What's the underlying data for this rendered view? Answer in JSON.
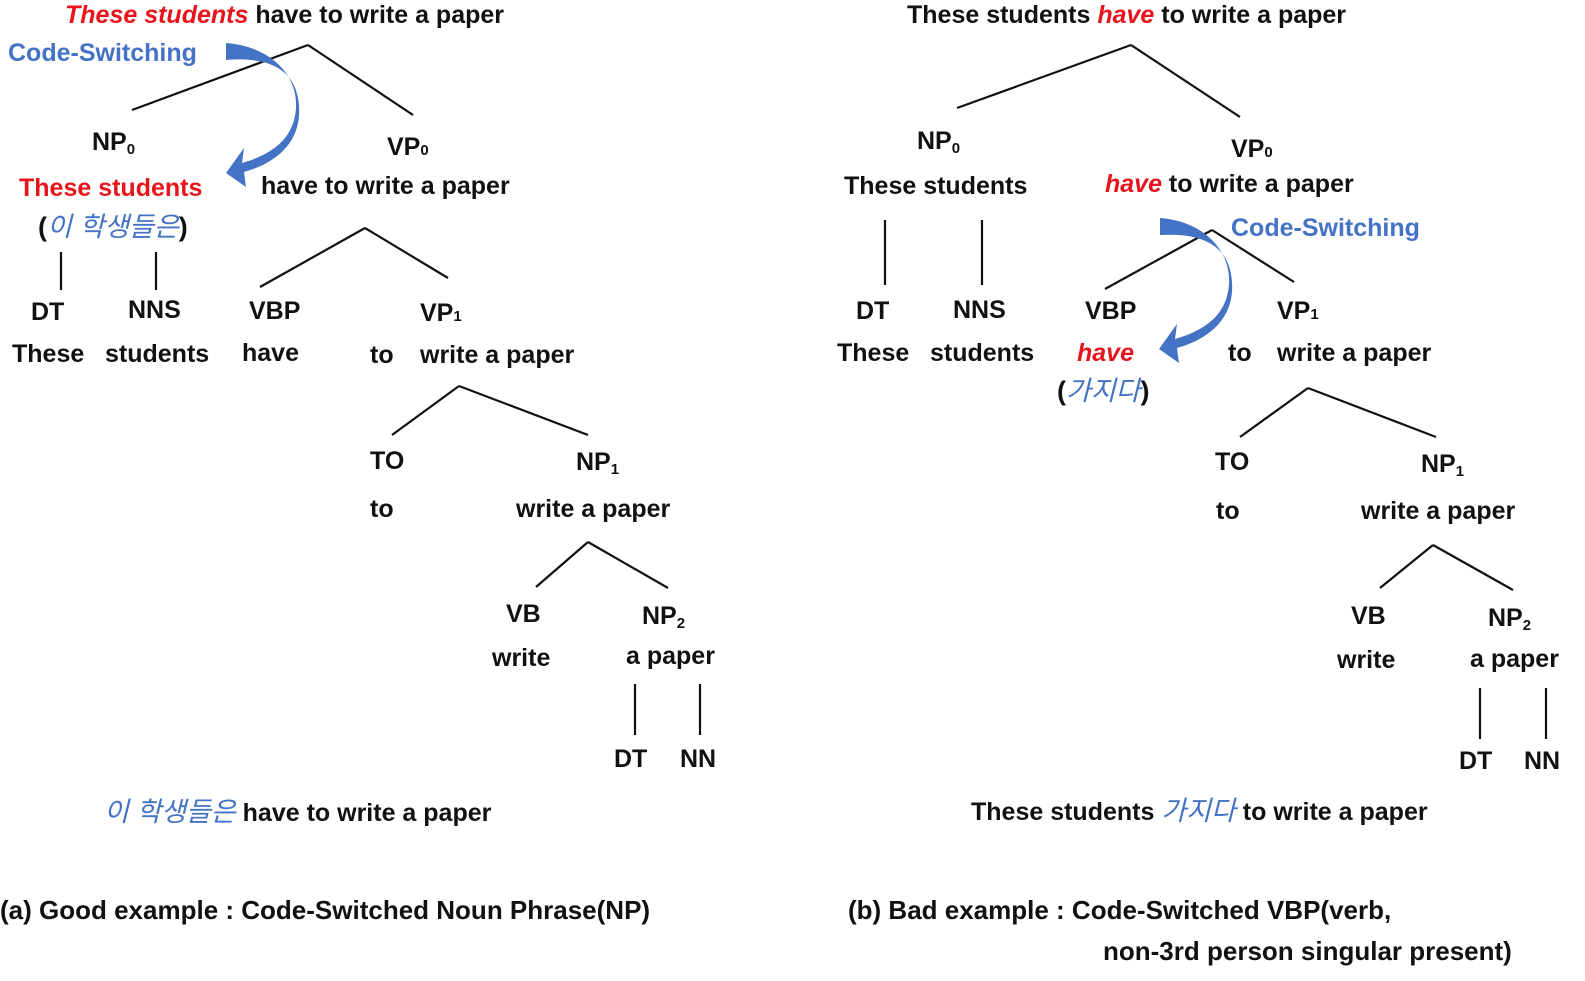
{
  "colors": {
    "red": "#e8141b",
    "blue": "#4472c4",
    "arrow_blue": "#4472c4",
    "ink": "#111111"
  },
  "panel_a": {
    "top_sentence": {
      "highlight": "These students",
      "rest": " have to write a paper"
    },
    "cs_label": "Code-Switching",
    "np0": {
      "label": "NP",
      "sub": "0",
      "text": "These students",
      "translation_open": "(",
      "translation": "이 학생들은",
      "translation_close": ")"
    },
    "vp0": {
      "label": "VP",
      "sub": "0",
      "text": "have to write a paper"
    },
    "dt": {
      "label": "DT",
      "word": "These"
    },
    "nns": {
      "label": "NNS",
      "word": "students"
    },
    "vbp": {
      "label": "VBP",
      "word": "have"
    },
    "vp1": {
      "label": "VP",
      "sub": "1",
      "to": "to",
      "text": "write a paper"
    },
    "to": {
      "label": "TO",
      "word": "to"
    },
    "np1": {
      "label": "NP",
      "sub": "1",
      "text": "write a paper"
    },
    "vb": {
      "label": "VB",
      "word": "write"
    },
    "np2": {
      "label": "NP",
      "sub": "2",
      "text": "a paper"
    },
    "dt2": {
      "label": "DT"
    },
    "nn": {
      "label": "NN"
    },
    "result": {
      "switched": "이 학생들은",
      "rest": " have to write a paper"
    },
    "caption": "(a) Good example : Code-Switched Noun Phrase(NP)"
  },
  "panel_b": {
    "top_sentence": {
      "pre": "These students ",
      "highlight": "have",
      "rest": " to write a paper"
    },
    "cs_label": "Code-Switching",
    "np0": {
      "label": "NP",
      "sub": "0",
      "text": "These students"
    },
    "vp0": {
      "label": "VP",
      "sub": "0",
      "highlight": "have",
      "text": " to write a paper"
    },
    "dt": {
      "label": "DT",
      "word": "These"
    },
    "nns": {
      "label": "NNS",
      "word": "students"
    },
    "vbp": {
      "label": "VBP",
      "word": "have",
      "translation_open": "(",
      "translation": "가지다",
      "translation_close": ")"
    },
    "vp1": {
      "label": "VP",
      "sub": "1",
      "to": "to",
      "text": "write a paper"
    },
    "to": {
      "label": "TO",
      "word": "to"
    },
    "np1": {
      "label": "NP",
      "sub": "1",
      "text": "write a paper"
    },
    "vb": {
      "label": "VB",
      "word": "write"
    },
    "np2": {
      "label": "NP",
      "sub": "2",
      "text": "a paper"
    },
    "dt2": {
      "label": "DT"
    },
    "nn": {
      "label": "NN"
    },
    "result": {
      "pre": "These students ",
      "switched": "가지다",
      "rest": " to write a paper"
    },
    "caption_line1": "(b) Bad example : Code-Switched VBP(verb,",
    "caption_line2": "non-3rd person singular present)"
  }
}
